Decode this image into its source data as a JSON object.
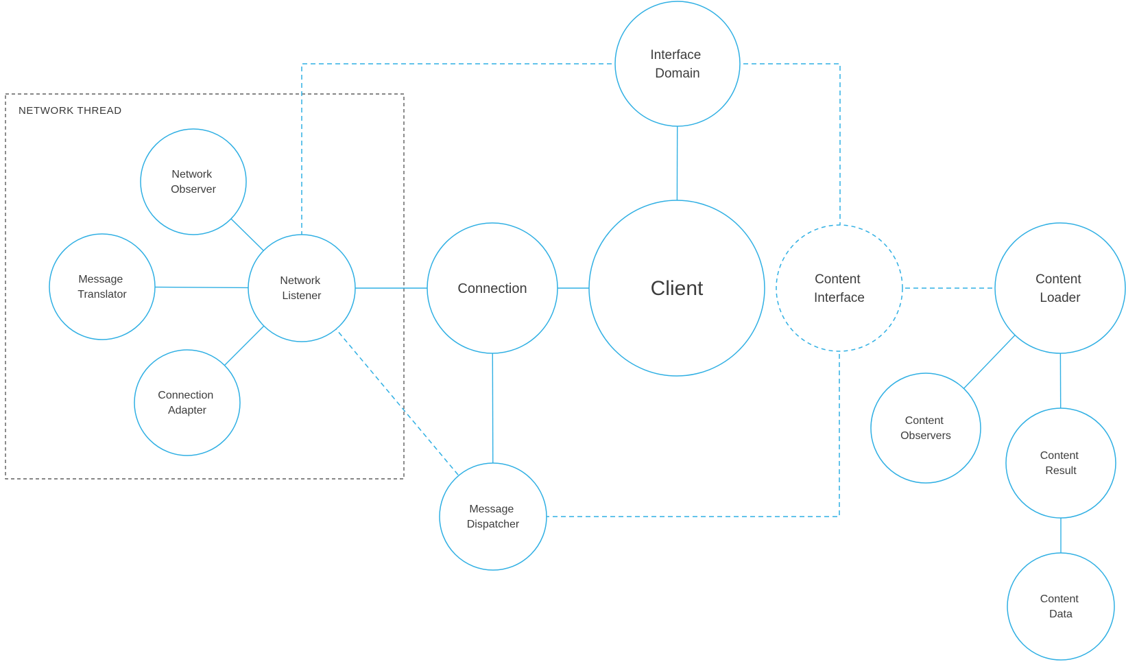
{
  "diagram": {
    "type": "architecture-node-diagram",
    "background": "#ffffff",
    "colors": {
      "node_stroke": "#2fafe3",
      "edge_solid": "#2fafe3",
      "edge_dashed": "#2fafe3",
      "container_border": "#3f3f3f",
      "label_text": "#3c3c3c"
    },
    "container": {
      "label": "NETWORK THREAD"
    },
    "nodes": [
      {
        "id": "interface-domain",
        "label": "Interface Domain",
        "lines": [
          "Interface",
          "Domain"
        ],
        "border": "solid"
      },
      {
        "id": "client",
        "label": "Client",
        "lines": [
          "Client"
        ],
        "border": "solid"
      },
      {
        "id": "connection",
        "label": "Connection",
        "lines": [
          "Connection"
        ],
        "border": "solid"
      },
      {
        "id": "network-listener",
        "label": "Network Listener",
        "lines": [
          "Network",
          "Listener"
        ],
        "border": "solid"
      },
      {
        "id": "network-observer",
        "label": "Network Observer",
        "lines": [
          "Network",
          "Observer"
        ],
        "border": "solid"
      },
      {
        "id": "message-translator",
        "label": "Message Translator",
        "lines": [
          "Message",
          "Translator"
        ],
        "border": "solid"
      },
      {
        "id": "connection-adapter",
        "label": "Connection Adapter",
        "lines": [
          "Connection",
          "Adapter"
        ],
        "border": "solid"
      },
      {
        "id": "message-dispatcher",
        "label": "Message Dispatcher",
        "lines": [
          "Message",
          "Dispatcher"
        ],
        "border": "solid"
      },
      {
        "id": "content-interface",
        "label": "Content Interface",
        "lines": [
          "Content",
          "Interface"
        ],
        "border": "dashed"
      },
      {
        "id": "content-loader",
        "label": "Content Loader",
        "lines": [
          "Content",
          "Loader"
        ],
        "border": "solid"
      },
      {
        "id": "content-observers",
        "label": "Content Observers",
        "lines": [
          "Content",
          "Observers"
        ],
        "border": "solid"
      },
      {
        "id": "content-result",
        "label": "Content Result",
        "lines": [
          "Content",
          "Result"
        ],
        "border": "solid"
      },
      {
        "id": "content-data",
        "label": "Content Data",
        "lines": [
          "Content",
          "Data"
        ],
        "border": "solid"
      }
    ],
    "edges": {
      "solid": [
        [
          "network-observer",
          "network-listener"
        ],
        [
          "message-translator",
          "network-listener"
        ],
        [
          "connection-adapter",
          "network-listener"
        ],
        [
          "network-listener",
          "connection"
        ],
        [
          "connection",
          "client"
        ],
        [
          "client",
          "interface-domain"
        ],
        [
          "connection",
          "message-dispatcher"
        ],
        [
          "content-loader",
          "content-observers"
        ],
        [
          "content-loader",
          "content-result"
        ],
        [
          "content-result",
          "content-data"
        ]
      ],
      "dashed": [
        [
          "interface-domain",
          "network-listener"
        ],
        [
          "interface-domain",
          "content-interface"
        ],
        [
          "content-interface",
          "content-loader"
        ],
        [
          "content-interface",
          "message-dispatcher"
        ],
        [
          "network-listener",
          "message-dispatcher"
        ]
      ]
    }
  }
}
